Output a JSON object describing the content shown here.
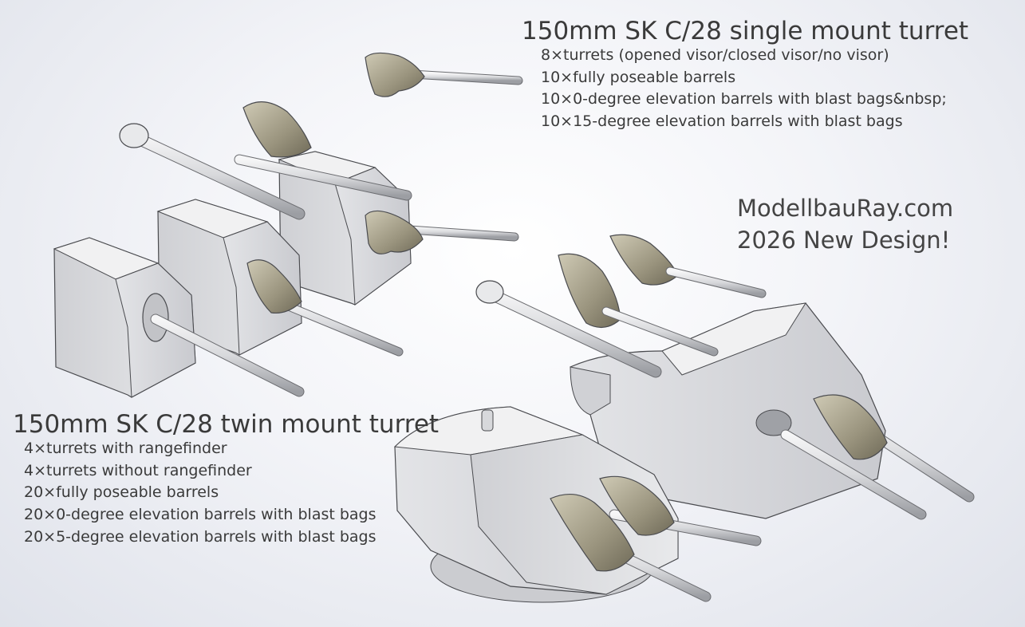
{
  "single_mount": {
    "title": "150mm SK C/28 single mount turret",
    "specs": [
      "8×turrets (opened visor/closed visor/no visor)",
      "10×fully poseable barrels",
      "10×0-degree elevation barrels with blast bags&nbsp;",
      "10×15-degree elevation barrels with blast bags"
    ]
  },
  "twin_mount": {
    "title": "150mm SK C/28 twin mount turret",
    "specs": [
      "4×turrets with rangefinder",
      "4×turrets without rangefinder",
      "20×fully poseable barrels",
      "20×0-degree elevation barrels with blast bags",
      "20×5-degree elevation barrels with blast bags"
    ]
  },
  "promo": {
    "site": "ModellbauRay.com",
    "tagline": "2026 New Design!"
  },
  "colors": {
    "metal": "#e2e3e6",
    "metal_dark": "#b9bbc0",
    "edge": "#4a4b4f",
    "blast_bag": "#8a8470",
    "blast_bag_light": "#c7c2ad"
  }
}
